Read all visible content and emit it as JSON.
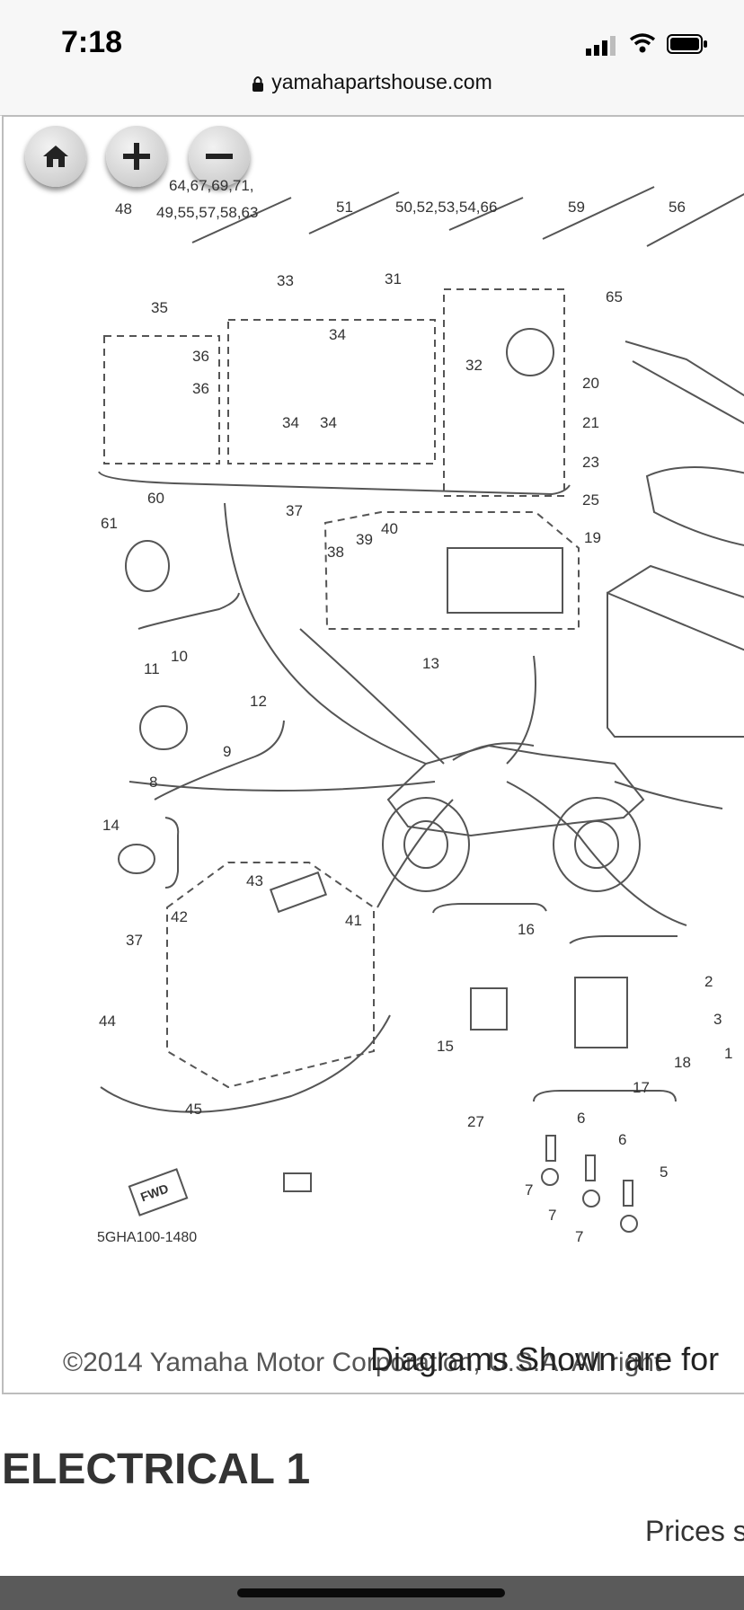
{
  "status_bar": {
    "time": "7:18"
  },
  "browser": {
    "url": "yamahapartshouse.com"
  },
  "diagram": {
    "controls": {
      "home": "home-icon",
      "zoom_in": "plus-icon",
      "zoom_out": "minus-icon"
    },
    "part_labels": [
      "48",
      "64,67,69,71,",
      "49,55,57,58,63",
      "51",
      "50,52,53,54,66",
      "59",
      "56",
      "33",
      "31",
      "35",
      "34",
      "36",
      "36",
      "34",
      "34",
      "65",
      "32",
      "20",
      "21",
      "23",
      "25",
      "19",
      "60",
      "61",
      "37",
      "40",
      "39",
      "38",
      "13",
      "10",
      "11",
      "12",
      "9",
      "8",
      "14",
      "43",
      "42",
      "41",
      "37",
      "16",
      "15",
      "2",
      "3",
      "1",
      "18",
      "17",
      "44",
      "45",
      "27",
      "6",
      "6",
      "7",
      "7",
      "5",
      "7"
    ],
    "diagram_code": "5GHA100-1480",
    "fwd_label": "FWD",
    "copyright": "©2014 Yamaha Motor Corporation, U.S.A. All right",
    "overlay_note": "Diagrams Shown are for"
  },
  "page": {
    "section_title": "ELECTRICAL 1",
    "prices_note": "Prices s"
  }
}
